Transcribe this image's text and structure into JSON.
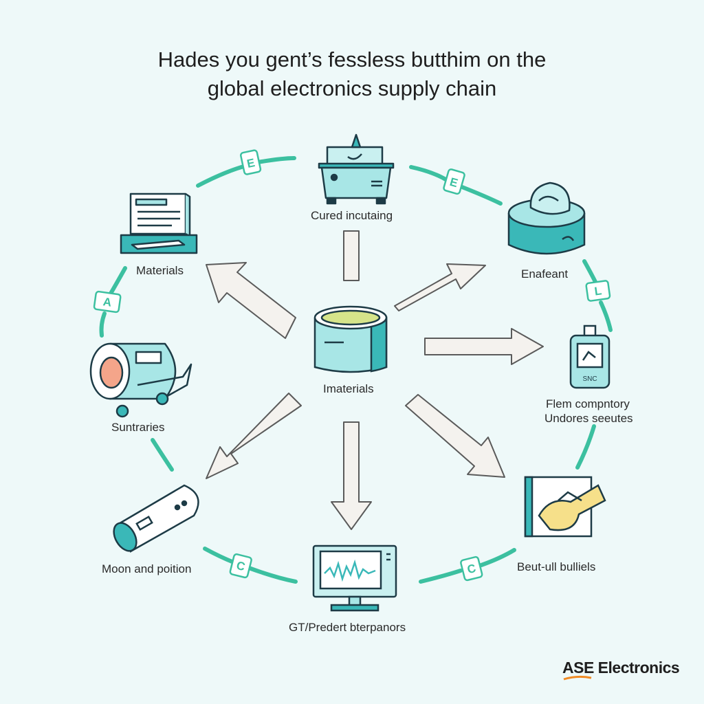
{
  "title": {
    "line1": "Hades you gent’s fessless butthim on the",
    "line2": "global electronics supply chain"
  },
  "nodes": {
    "top": "Cured incutaing",
    "top_left": "Materials",
    "top_right": "Enafeant",
    "center": "Imaterials",
    "left": "Suntraries",
    "right_line1": "Flem compntory",
    "right_line2": "Undores seeutes",
    "bottom_left": "Moon and poition",
    "bottom_right": "Beut-ull bulliels",
    "bottom": "GT/Predert bterpanors"
  },
  "ring_tags": [
    "E",
    "E",
    "L",
    "A",
    "C",
    "C"
  ],
  "device_text": "SNC",
  "brand": "ASE Electronics",
  "colors": {
    "background": "#eef9f9",
    "accent": "#3cc0a0",
    "device_fill": "#a8e6e6",
    "device_dark": "#3ab8b8",
    "outline": "#1d3b46",
    "arrow_fill": "#f4f2ee",
    "brand_swoosh": "#f08a24"
  },
  "icons": [
    "machine-icon",
    "computer-icon",
    "server-drum-icon",
    "industrial-roller-icon",
    "vat-icon",
    "handheld-device-icon",
    "cylinder-icon",
    "monitor-icon",
    "hand-solder-icon"
  ]
}
